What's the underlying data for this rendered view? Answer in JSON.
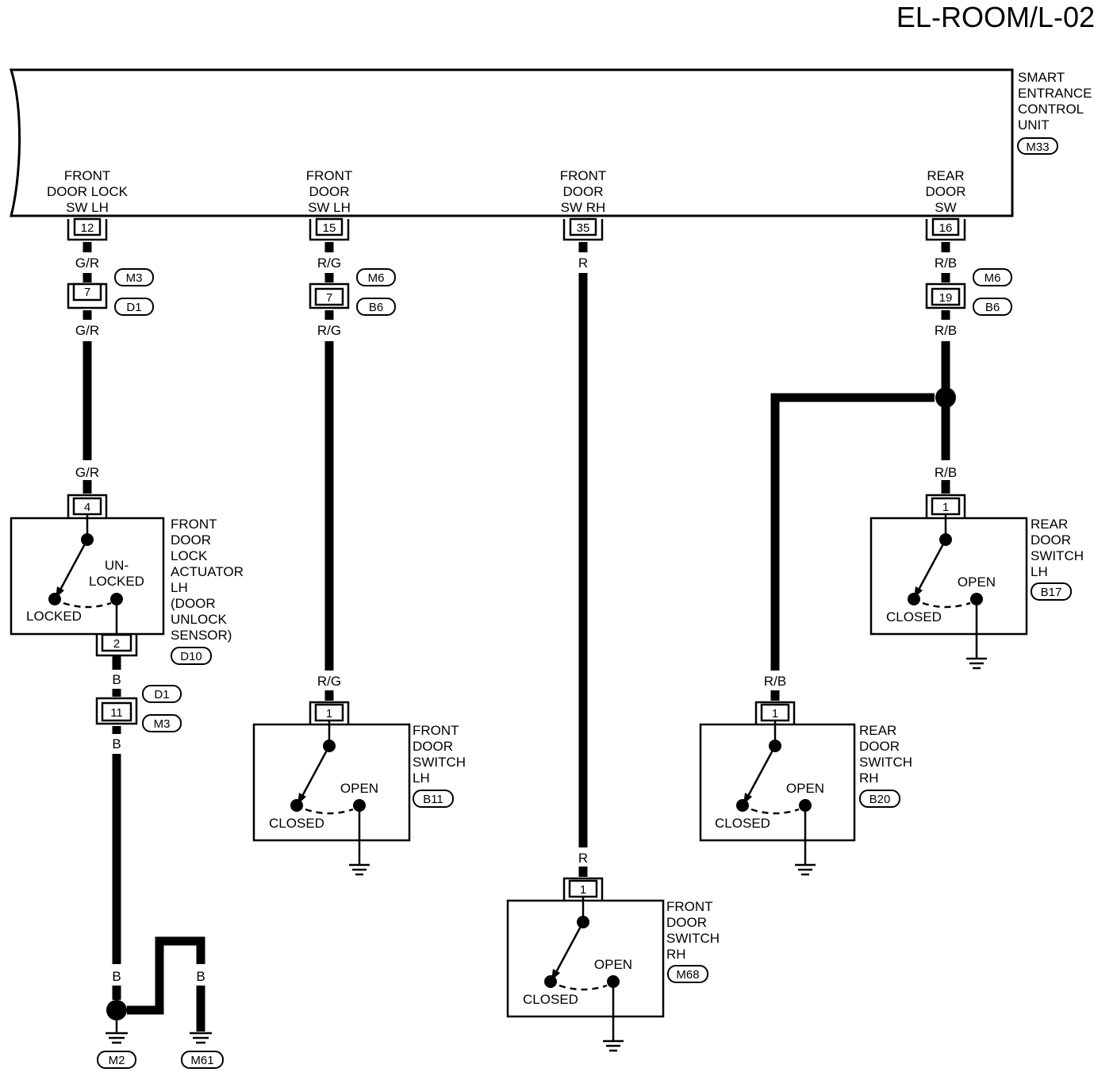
{
  "title": "EL-ROOM/L-02",
  "control_unit": {
    "lines": [
      "SMART",
      "ENTRANCE",
      "CONTROL",
      "UNIT"
    ],
    "connector_id": "M33",
    "terminals": [
      {
        "lines": [
          "FRONT",
          "DOOR LOCK",
          "SW LH"
        ],
        "pin": "12"
      },
      {
        "lines": [
          "FRONT",
          "DOOR",
          "SW LH"
        ],
        "pin": "15"
      },
      {
        "lines": [
          "FRONT",
          "DOOR",
          "SW RH"
        ],
        "pin": "35"
      },
      {
        "lines": [
          "REAR",
          "DOOR",
          "SW"
        ],
        "pin": "16"
      }
    ]
  },
  "wires": {
    "g_r": "G/R",
    "r_g": "R/G",
    "r": "R",
    "r_b": "R/B",
    "b": "B"
  },
  "inline_connectors": [
    {
      "pin": "7",
      "ids": [
        "M3",
        "D1"
      ]
    },
    {
      "pin": "7",
      "ids": [
        "M6",
        "B6"
      ]
    },
    {
      "pin": "19",
      "ids": [
        "M6",
        "B6"
      ]
    },
    {
      "pin": "11",
      "ids": [
        "D1",
        "M3"
      ]
    }
  ],
  "components": {
    "actuator": {
      "lines": [
        "FRONT",
        "DOOR",
        "LOCK",
        "ACTUATOR",
        "LH",
        "(DOOR",
        "UNLOCK",
        "SENSOR)"
      ],
      "connector_id": "D10",
      "pin_in": "4",
      "pin_out": "2",
      "state_a": "LOCKED",
      "state_b_lines": [
        "UN-",
        "LOCKED"
      ]
    },
    "front_lh": {
      "lines": [
        "FRONT",
        "DOOR",
        "SWITCH",
        "LH"
      ],
      "connector_id": "B11",
      "pin": "1",
      "closed": "CLOSED",
      "open": "OPEN"
    },
    "front_rh": {
      "lines": [
        "FRONT",
        "DOOR",
        "SWITCH",
        "RH"
      ],
      "connector_id": "M68",
      "pin": "1",
      "closed": "CLOSED",
      "open": "OPEN"
    },
    "rear_rh": {
      "lines": [
        "REAR",
        "DOOR",
        "SWITCH",
        "RH"
      ],
      "connector_id": "B20",
      "pin": "1",
      "closed": "CLOSED",
      "open": "OPEN"
    },
    "rear_lh": {
      "lines": [
        "REAR",
        "DOOR",
        "SWITCH",
        "LH"
      ],
      "connector_id": "B17",
      "pin": "1",
      "closed": "CLOSED",
      "open": "OPEN"
    }
  },
  "grounds": [
    "M2",
    "M61"
  ]
}
